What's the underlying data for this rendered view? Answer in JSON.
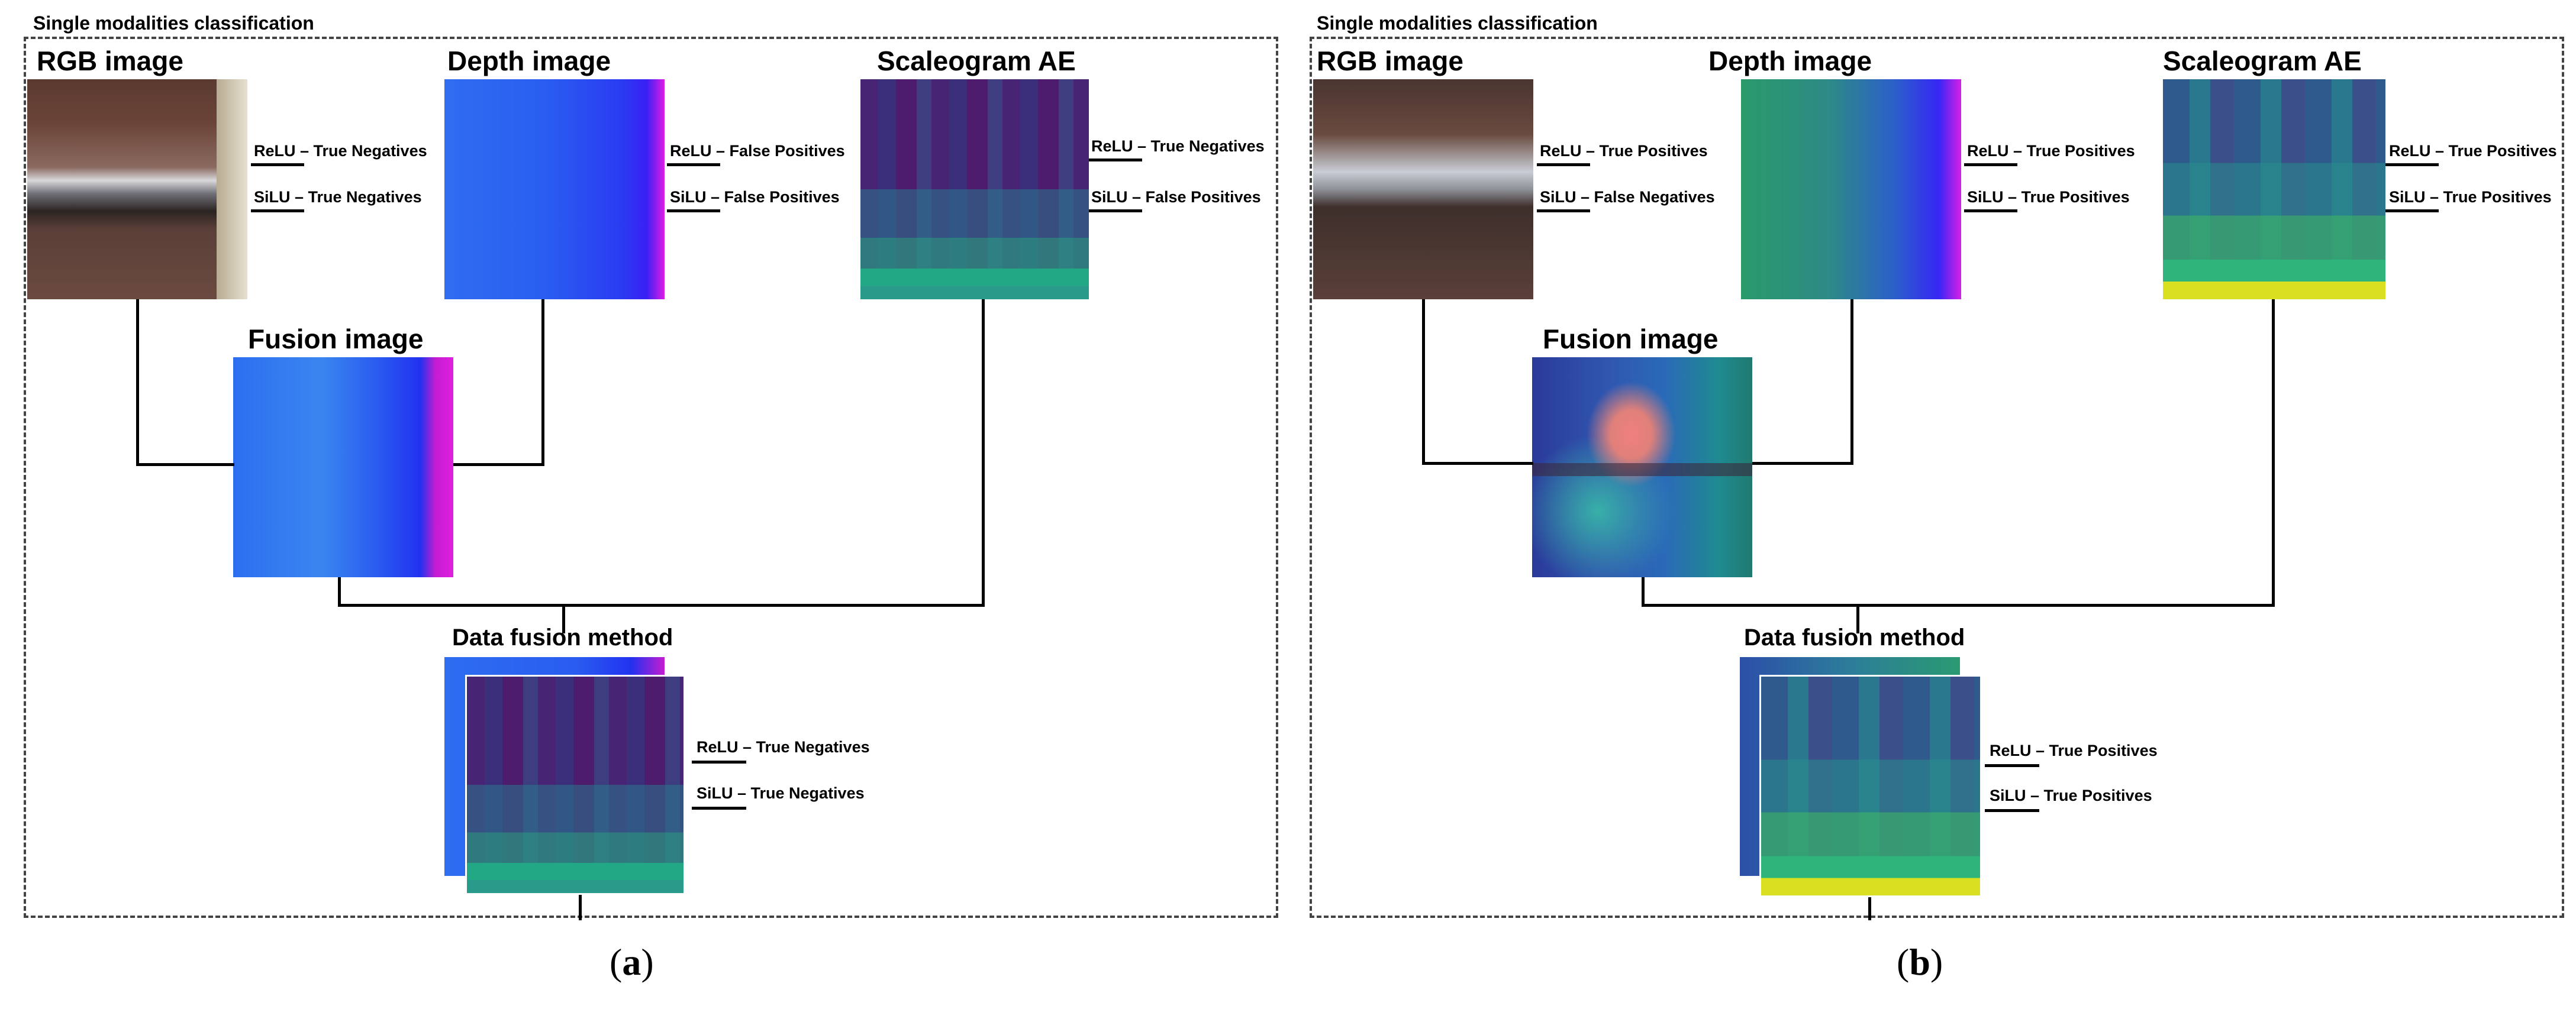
{
  "panels": [
    {
      "id": "a",
      "title": "Single modalities classification",
      "caption_open": "(",
      "caption_letter": "a",
      "caption_close": ")",
      "rgb": {
        "title": "RGB image",
        "relu": "ReLU – True Negatives",
        "silu": "SiLU – True Negatives"
      },
      "depth": {
        "title": "Depth image",
        "relu": "ReLU – False Positives",
        "silu": "SiLU – False Positives"
      },
      "scaleogram": {
        "title": "Scaleogram AE",
        "relu": "ReLU – True Negatives",
        "silu": "SiLU – False Positives"
      },
      "fusion": {
        "title": "Fusion image"
      },
      "data_fusion": {
        "title": "Data fusion method",
        "relu": "ReLU – True Negatives",
        "silu": "SiLU – True Negatives"
      }
    },
    {
      "id": "b",
      "title": "Single modalities classification",
      "caption_open": "(",
      "caption_letter": "b",
      "caption_close": ")",
      "rgb": {
        "title": "RGB image",
        "relu": "ReLU – True Positives",
        "silu": "SiLU – False Negatives"
      },
      "depth": {
        "title": "Depth image",
        "relu": "ReLU – True Positives",
        "silu": "SiLU – True Positives"
      },
      "scaleogram": {
        "title": "Scaleogram AE",
        "relu": "ReLU – True Positives",
        "silu": "SiLU – True Positives"
      },
      "fusion": {
        "title": "Fusion image"
      },
      "data_fusion": {
        "title": "Data fusion method",
        "relu": "ReLU – True Positives",
        "silu": "SiLU – True Positives"
      }
    }
  ]
}
